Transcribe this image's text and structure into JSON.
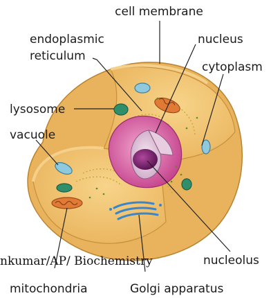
{
  "labels": {
    "cell_membrane": "cell membrane",
    "endoplasmic": "endoplasmic",
    "reticulum": "reticulum",
    "nucleus": "nucleus",
    "cytoplasm": "cytoplasm",
    "lysosome": "lysosome",
    "vacuole": "vacuole",
    "nucleolus": "nucleolus",
    "mitochondria": "mitochondria",
    "golgi": "Golgi apparatus"
  },
  "credit": "nkumar/AP/ Biochemistry",
  "colors": {
    "cytoplasm": "#f2c06b",
    "membrane": "#e8b35c",
    "nucleus": "#d65ba0",
    "nucleolus": "#7a1f6a",
    "mitochondria": "#e07a35",
    "golgi": "#3a86c9",
    "vacuole": "#8ec9de",
    "lysosome": "#2f8f6a"
  }
}
